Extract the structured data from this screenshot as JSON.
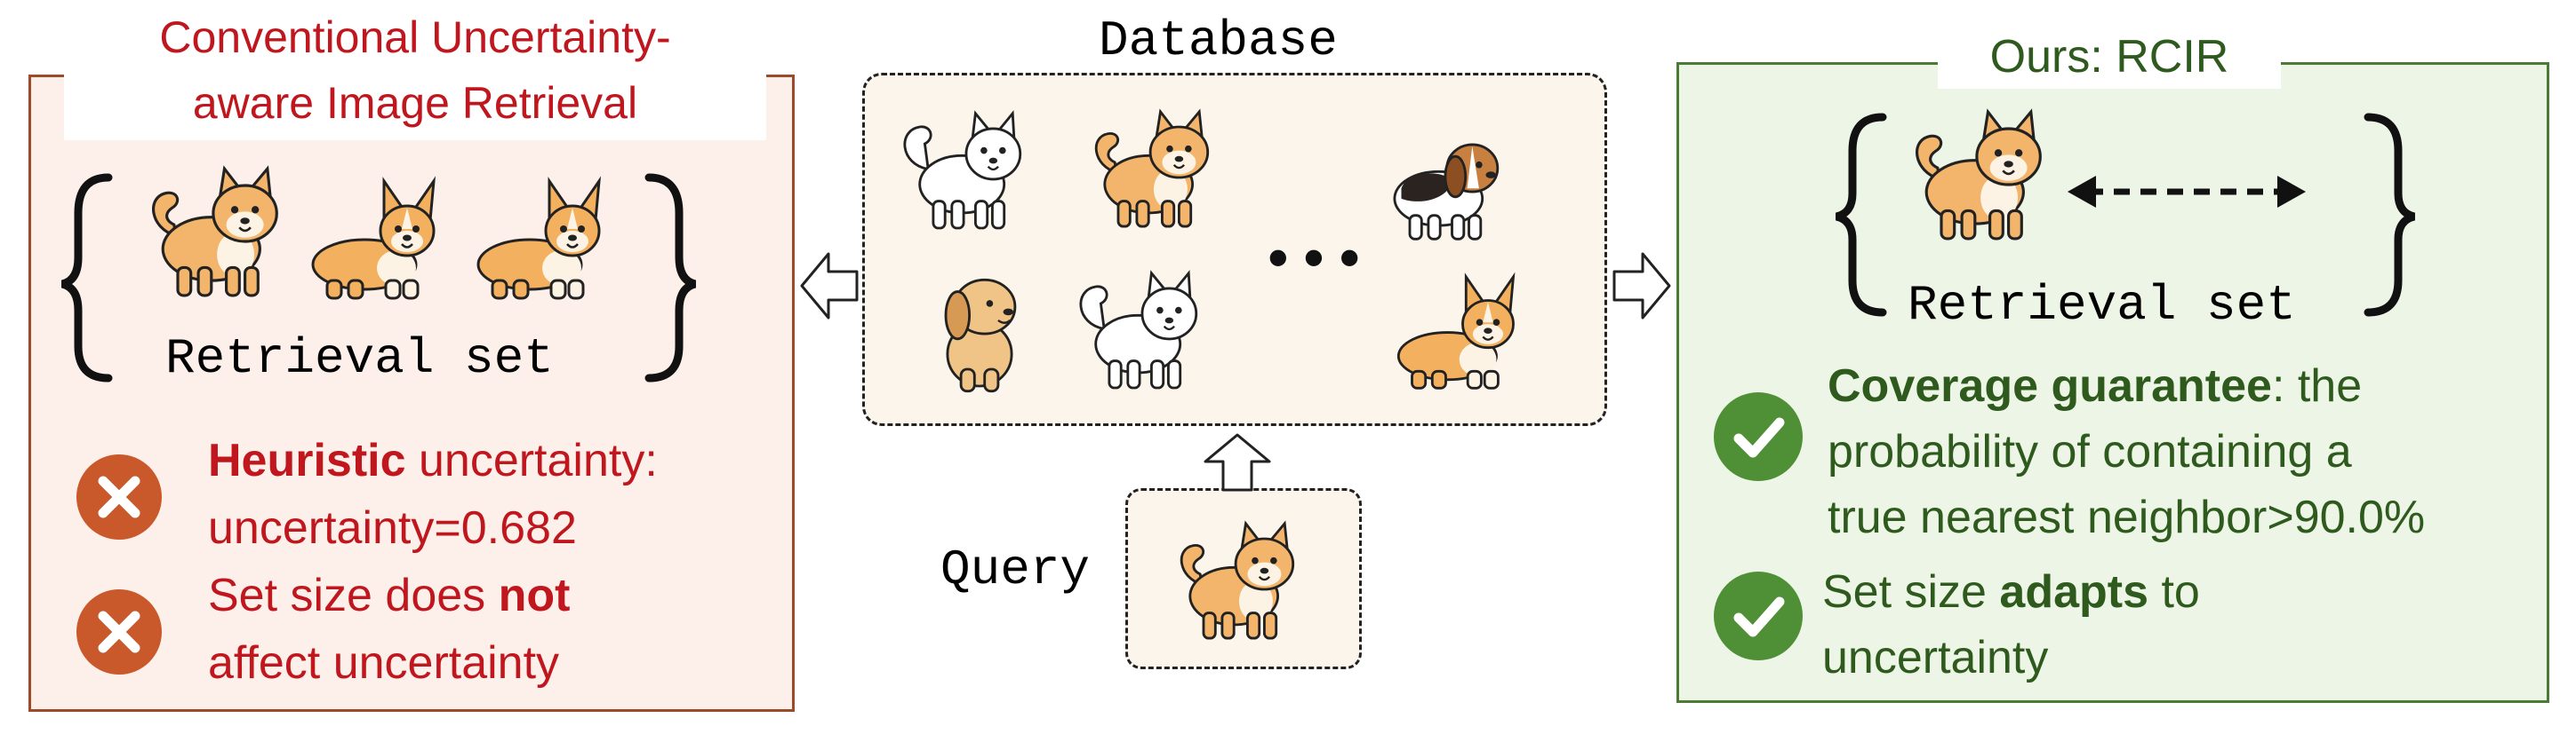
{
  "left": {
    "title_line1": "Conventional Uncertainty-",
    "title_line2": "aware Image Retrieval",
    "set_label": "Retrieval set",
    "item1_bold": "Heuristic",
    "item1_rest": " uncertainty:",
    "item1_line2": "uncertainty=0.682",
    "item2_pre": "Set size does ",
    "item2_bold": "not",
    "item2_line2": "affect uncertainty",
    "icon": "cross-circle-icon"
  },
  "center": {
    "db_title": "Database",
    "query_label": "Query",
    "ellipsis": "• • •"
  },
  "right": {
    "title": "Ours: RCIR",
    "set_label": "Retrieval set",
    "item1_bold": "Coverage guarantee",
    "item1_rest": ": the",
    "item1_line2": "probability of containing a",
    "item1_line3": "true nearest neighbor>90.0%",
    "item2_pre": "Set size ",
    "item2_bold": "adapts",
    "item2_post": " to",
    "item2_line2": "uncertainty",
    "icon": "check-circle-icon"
  },
  "colors": {
    "red_text": "#c0171f",
    "green_text": "#2f5a1e",
    "cross_icon": "#c9582a",
    "check_icon": "#4f8f35",
    "left_border": "#9b4a2a",
    "right_border": "#4b7a35"
  }
}
